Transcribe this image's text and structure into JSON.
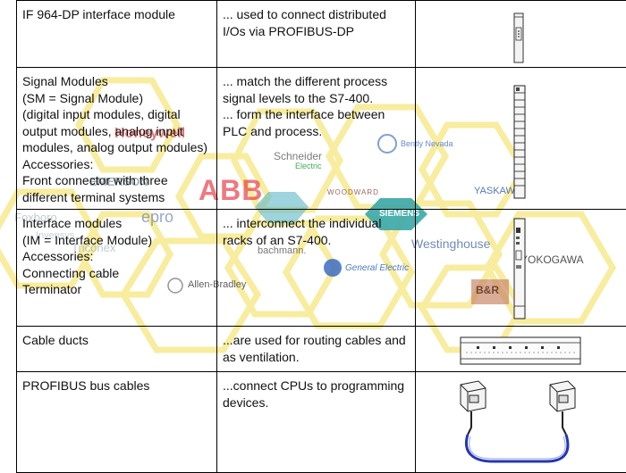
{
  "rows": [
    {
      "component": [
        "IF 964-DP interface module"
      ],
      "function": [
        "... used to connect distributed",
        "I/Os via PROFIBUS-DP"
      ],
      "illustration": "interface-module-icon"
    },
    {
      "component": [
        "Signal Modules",
        "(SM = Signal Module)",
        "(digital input modules, digital",
        "output modules, analog input",
        "modules, analog output modules)",
        "Accessories:",
        "Front connector with three",
        "different terminal systems"
      ],
      "function": [
        "... match the different process",
        "signal levels to the S7-400.",
        "... form the interface between",
        "PLC and process."
      ],
      "illustration": "signal-module-icon"
    },
    {
      "component": [
        "Interface modules",
        "(IM = Interface Module)",
        "Accessories:",
        "Connecting cable",
        "Terminator"
      ],
      "function": [
        "... interconnect the individual",
        "racks of an S7-400."
      ],
      "illustration": "im-module-icon"
    },
    {
      "component": [
        "Cable ducts"
      ],
      "function": [
        "...are used for routing cables and",
        "as ventilation."
      ],
      "illustration": "cable-duct-icon"
    },
    {
      "component": [
        "PROFIBUS bus cables"
      ],
      "function": [
        "...connect CPUs to programming",
        "devices."
      ],
      "illustration": "profibus-cable-icon"
    }
  ],
  "watermark_logos": {
    "honeywell": "Honeywell",
    "schneider_1": "Schneider",
    "schneider_2": "Electric",
    "bently": "Bently Nevada",
    "emerson": "EMERSON",
    "abb": "ABB",
    "woodward": "WOODWARD",
    "siemens": "SIEMENS",
    "yaskawa": "YASKAWA",
    "foxboro": "Foxboro",
    "epro": "epro",
    "invensys": "Invensys",
    "triconex": "Triconex",
    "westinghouse": "Westinghouse",
    "yokogawa": "YOKOGAWA",
    "bachmann": "bachmann.",
    "ge": "General Electric",
    "allen_bradley": "Allen-Bradley",
    "br": "B&R"
  },
  "colors": {
    "hexagon": "#f8eb9c",
    "abb_red": "#e5202e",
    "siemens_teal": "#3aa7a7",
    "honeywell_red": "#d63b3b",
    "cable_blue": "#2436b3"
  }
}
